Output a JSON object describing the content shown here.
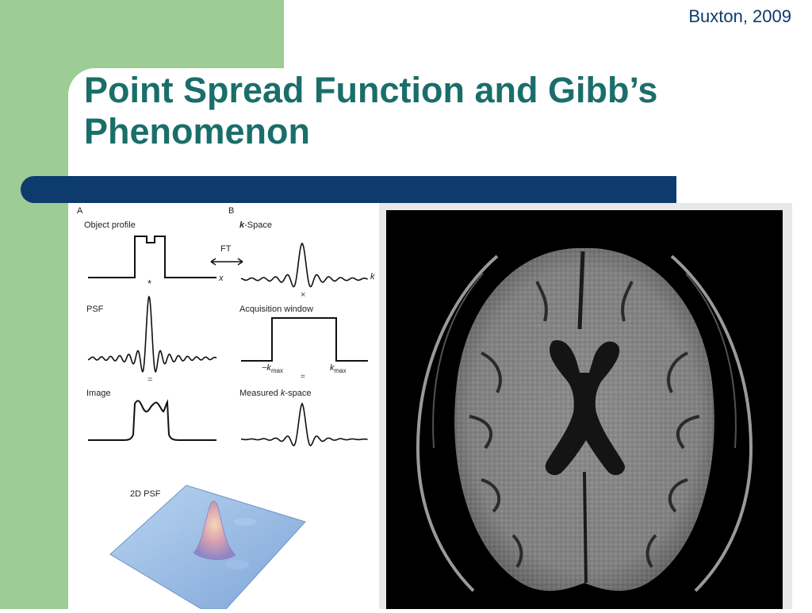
{
  "slide": {
    "citation": "Buxton, 2009",
    "title_line1": "Point Spread Function and Gibb’s",
    "title_line2": "Phenomenon"
  },
  "figure": {
    "panel_a_letter": "A",
    "panel_b_letter": "B",
    "object_profile": "Object profile",
    "k_space_k": "k",
    "k_space_rest": "-Space",
    "ft": "FT",
    "x_axis": "x",
    "k_axis": "k",
    "convolve": "*",
    "multiply": "×",
    "equals_left": "=",
    "equals_right": "=",
    "psf": "PSF",
    "acquisition_window": "Acquisition window",
    "neg_k": "−k",
    "k": "k",
    "max": "max",
    "image": "Image",
    "measured_prefix": "Measured ",
    "measured_k": "k",
    "measured_suffix": "-space",
    "psf_2d": "2D PSF"
  },
  "colors": {
    "green": "#9dcc94",
    "navy": "#0d3b6e",
    "title_teal": "#1a6e6a"
  }
}
